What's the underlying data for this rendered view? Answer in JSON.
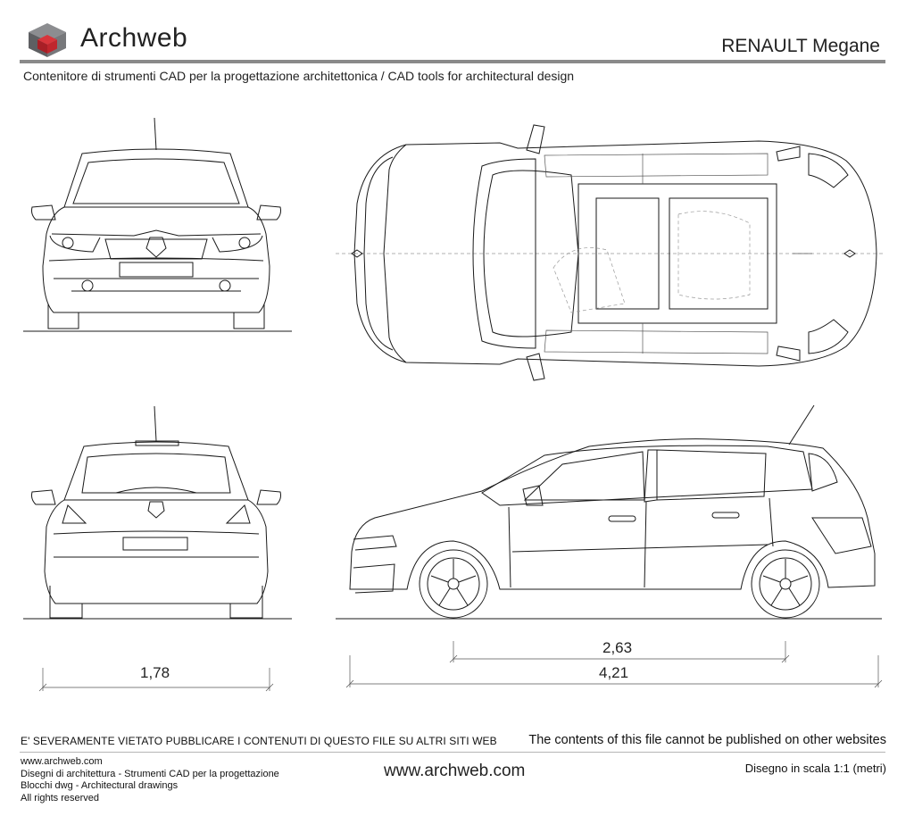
{
  "header": {
    "brand": "Archweb",
    "title": "RENAULT Megane",
    "subtitle": "Contenitore di strumenti CAD per la progettazione architettonica  /  CAD tools for architectural design"
  },
  "dimensions": {
    "width": "1,78",
    "wheelbase": "2,63",
    "length": "4,21"
  },
  "footer": {
    "warning_it": "E' SEVERAMENTE VIETATO PUBBLICARE I CONTENUTI DI QUESTO FILE SU ALTRI SITI WEB",
    "warning_en": "The contents of this file cannot be published on other websites",
    "left_lines": [
      "www.archweb.com",
      "Disegni di architettura - Strumenti CAD  per la progettazione",
      "Blocchi dwg - Architectural drawings",
      "All rights reserved"
    ],
    "center": "www.archweb.com",
    "scale": "Disegno in scala 1:1 (metri)"
  },
  "colors": {
    "logo_red": "#c0262d",
    "logo_grey": "#6d6e71",
    "rule_grey": "#8a8a8a"
  }
}
